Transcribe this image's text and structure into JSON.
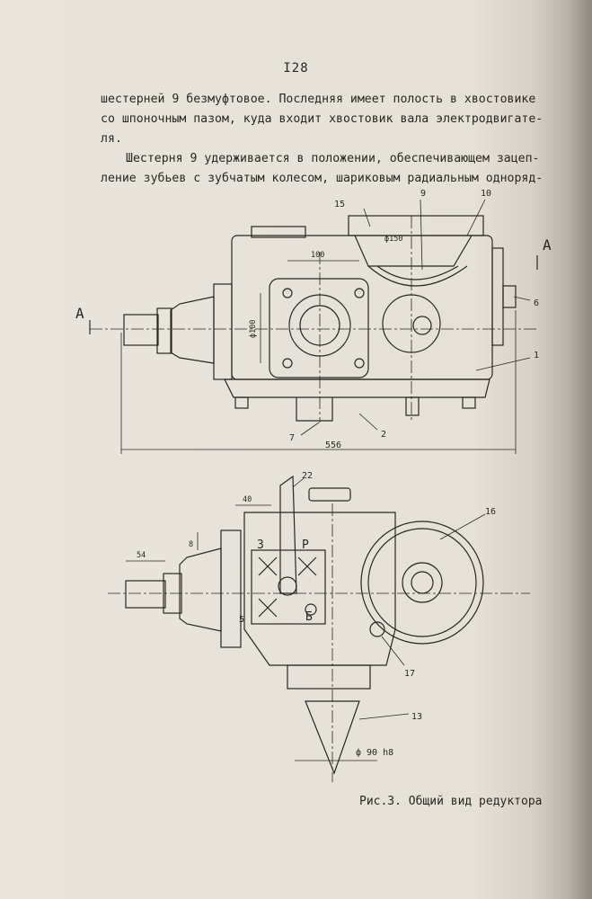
{
  "page_number": "I28",
  "paragraph1": [
    "шестерней 9 безмуфтовое. Последняя имеет полость в хвостовике",
    "со шпоночным пазом, куда входит хвостовик вала электродвигате-",
    "ля."
  ],
  "paragraph2": [
    "Шестерня 9 удерживается в положении, обеспечивающем зацеп-",
    "ление зубьев с зубчатым колесом, шариковым радиальным однoряд-"
  ],
  "caption": "Рис.3. Общий вид редуктора",
  "drawing": {
    "top_view": {
      "section_mark": "А",
      "labels": {
        "l15": "15",
        "l9": "9",
        "l10": "10",
        "l6": "6",
        "l1": "1",
        "l7": "7",
        "l2": "2",
        "d150": "ф150",
        "dim100h": "100",
        "dim100v": "ф100",
        "dim556": "556"
      }
    },
    "side_view": {
      "labels": {
        "l22": "22",
        "dim40": "40",
        "dim8": "8",
        "dim54": "54",
        "z": "З",
        "r": "Р",
        "b": "Б",
        "l16": "16",
        "l5": "5",
        "l17": "17",
        "l13": "13",
        "d90": "ф 90 h8"
      }
    }
  }
}
